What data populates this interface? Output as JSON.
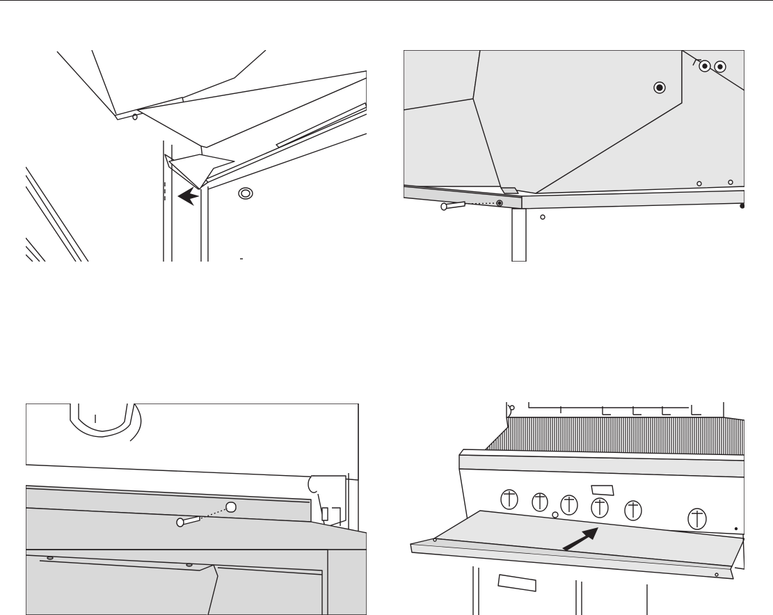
{
  "figure": {
    "panels": [
      {
        "id": "step-1",
        "depicts": "shelf-slide-into-frame",
        "arrow": "insert-arrow-icon"
      },
      {
        "id": "step-2",
        "depicts": "screw-into-side-frame",
        "arrow": "screw-icon"
      },
      {
        "id": "step-3",
        "depicts": "screw-into-front-rail",
        "arrow": "screw-icon"
      },
      {
        "id": "step-4",
        "depicts": "push-shelf-under-control-panel",
        "arrow": "push-arrow-icon"
      }
    ],
    "colors": {
      "line": "#231f20",
      "fill_light": "#e6e6e6",
      "fill_mid": "#d9d9d9",
      "fill_dark": "#9a9a9a",
      "background": "#ffffff"
    }
  }
}
